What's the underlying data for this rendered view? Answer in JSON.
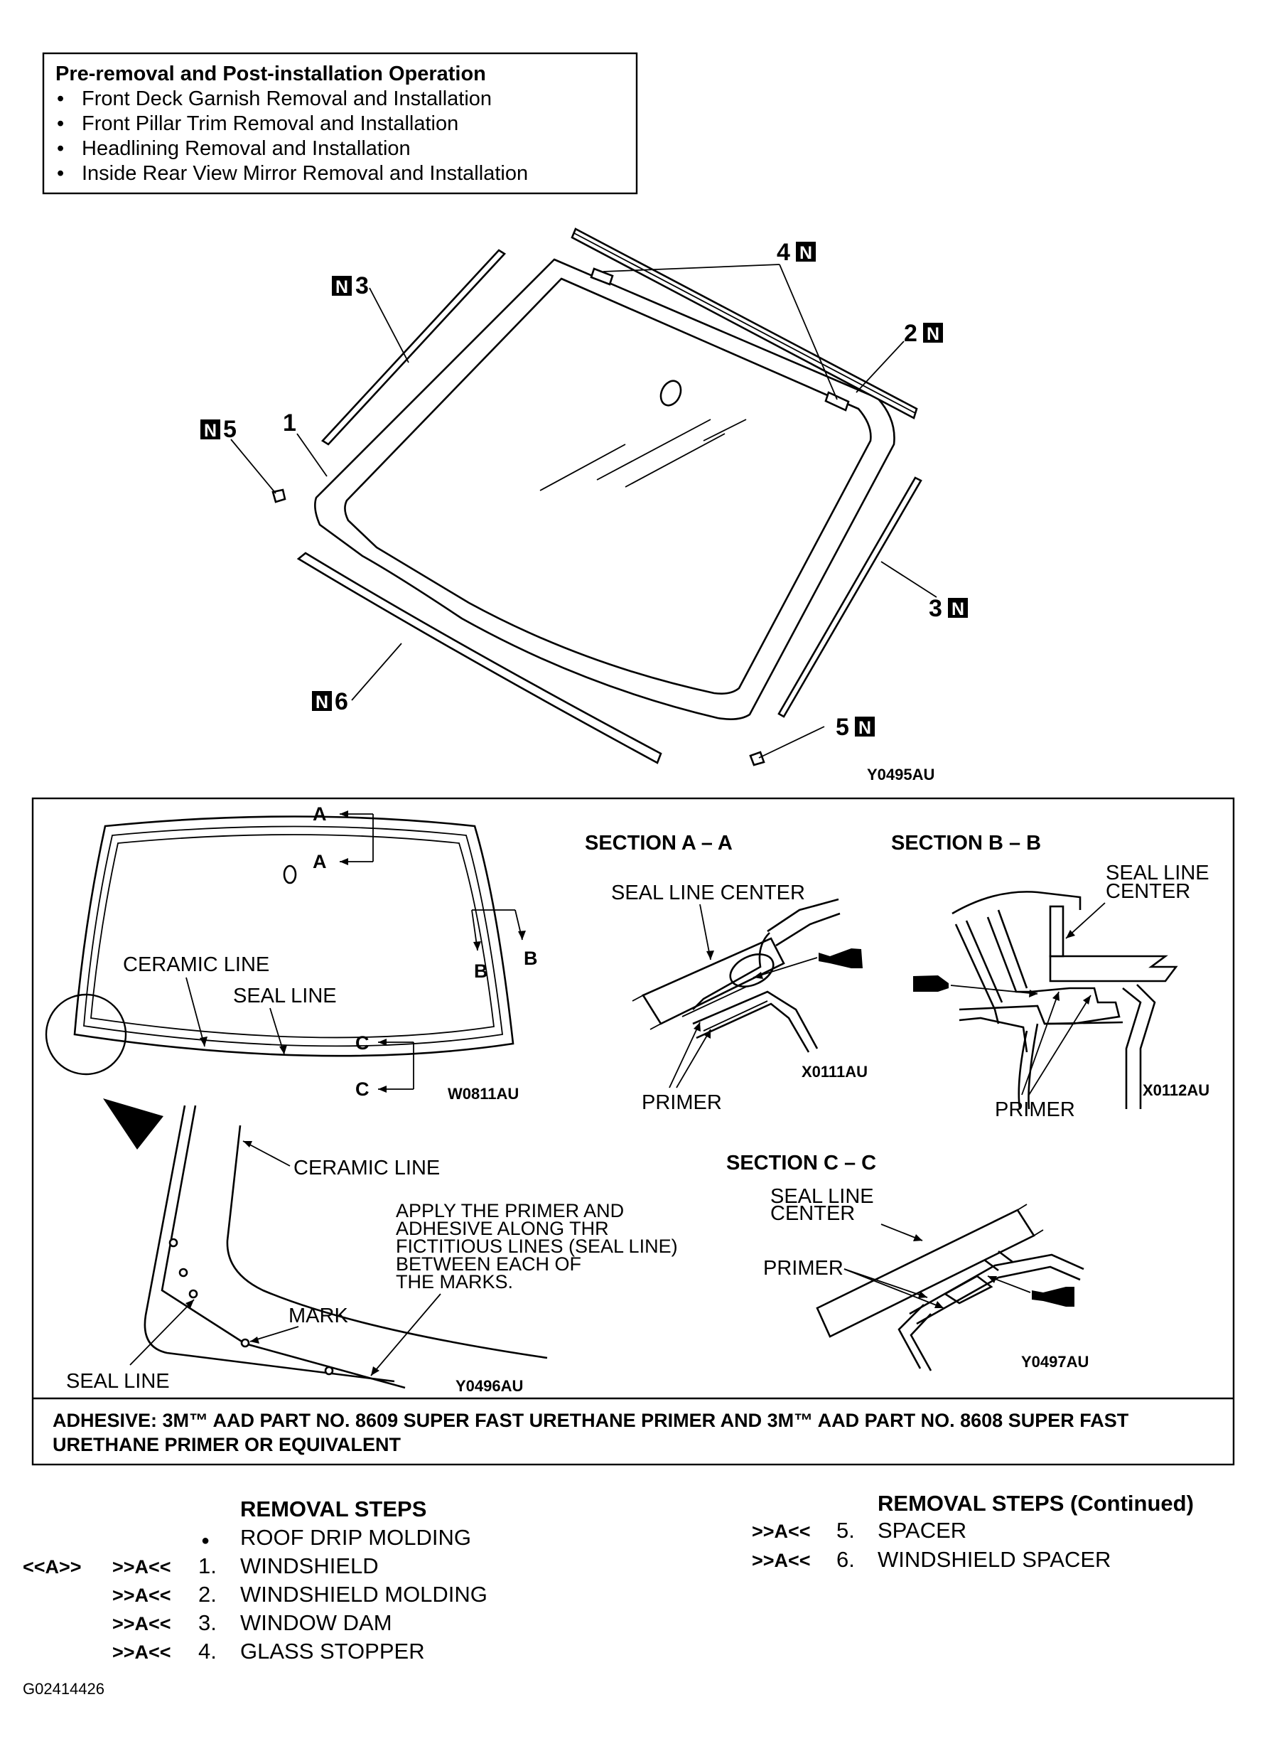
{
  "pre_removal": {
    "title": "Pre-removal and Post-installation Operation",
    "items": [
      "Front Deck Garnish Removal and Installation",
      "Front Pillar Trim Removal and Installation",
      "Headlining Removal and Installation",
      "Inside Rear View Mirror Removal and Installation"
    ]
  },
  "exploded_view": {
    "callouts": {
      "c1": "1",
      "c2": "2",
      "c3_left": "3",
      "c3_right": "3",
      "c4": "4",
      "c5_left": "5",
      "c5_right": "5",
      "c6": "6"
    },
    "badge_letter": "N",
    "figure_code": "Y0495AU"
  },
  "detail_panel": {
    "overview": {
      "section_marks": {
        "a_top": "A",
        "a_bottom": "A",
        "b_left": "B",
        "b_right": "B",
        "c_top": "C",
        "c_bottom": "C"
      },
      "ceramic_line": "CERAMIC LINE",
      "seal_line": "SEAL LINE",
      "figure_code": "W0811AU"
    },
    "corner_detail": {
      "ceramic_line": "CERAMIC LINE",
      "instruction_lines": [
        "APPLY THE PRIMER AND",
        "ADHESIVE ALONG THR",
        "FICTITIOUS LINES (SEAL LINE)",
        "BETWEEN EACH OF",
        "THE MARKS."
      ],
      "mark": "MARK",
      "seal_line": "SEAL LINE",
      "figure_code": "Y0496AU"
    },
    "section_aa": {
      "title": "SECTION A – A",
      "seal_line_center": "SEAL LINE CENTER",
      "primer": "PRIMER",
      "figure_code": "X0111AU"
    },
    "section_bb": {
      "title": "SECTION B – B",
      "seal_line_center_1": "SEAL LINE",
      "seal_line_center_2": "CENTER",
      "primer": "PRIMER",
      "figure_code": "X0112AU"
    },
    "section_cc": {
      "title": "SECTION C – C",
      "seal_line_center_1": "SEAL LINE",
      "seal_line_center_2": "CENTER",
      "primer": "PRIMER",
      "figure_code": "Y0497AU"
    },
    "adhesive_lines": [
      "ADHESIVE: 3M™ AAD PART NO. 8609 SUPER FAST URETHANE PRIMER AND 3M™ AAD PART NO. 8608 SUPER FAST",
      "URETHANE PRIMER OR EQUIVALENT"
    ]
  },
  "removal_steps": {
    "title": "REMOVAL STEPS",
    "title_continued": "REMOVAL STEPS (Continued)",
    "bullet": "●",
    "steps_left": [
      {
        "ref1": "",
        "ref2": "",
        "num": "●",
        "label": "ROOF DRIP MOLDING"
      },
      {
        "ref1": "<<A>>",
        "ref2": ">>A<<",
        "num": "1.",
        "label": "WINDSHIELD"
      },
      {
        "ref1": "",
        "ref2": ">>A<<",
        "num": "2.",
        "label": "WINDSHIELD MOLDING"
      },
      {
        "ref1": "",
        "ref2": ">>A<<",
        "num": "3.",
        "label": "WINDOW DAM"
      },
      {
        "ref1": "",
        "ref2": ">>A<<",
        "num": "4.",
        "label": "GLASS STOPPER"
      }
    ],
    "steps_right": [
      {
        "ref2": ">>A<<",
        "num": "5.",
        "label": "SPACER"
      },
      {
        "ref2": ">>A<<",
        "num": "6.",
        "label": "WINDSHIELD SPACER"
      }
    ]
  },
  "page_code": "G02414426"
}
